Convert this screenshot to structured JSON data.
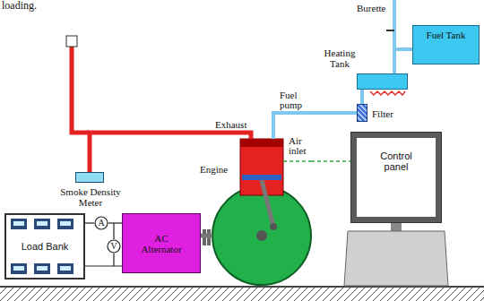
{
  "diagram": {
    "nodes": [
      {
        "text": [
          "Fuel Tank"
        ]
      },
      {
        "text": [
          "Heating Tank"
        ]
      },
      {
        "text": [
          "Filter"
        ]
      },
      {
        "text": [
          "Engine"
        ]
      },
      {
        "text": [
          "Smoke Density Meter"
        ]
      },
      {
        "text": [
          "Control panel"
        ]
      },
      {
        "text": [
          "AC Alternator"
        ]
      },
      {
        "text": [
          "A"
        ]
      },
      {
        "text": [
          "V"
        ]
      },
      {
        "text": [
          "Load Bank"
        ]
      }
    ],
    "edges": [
      {
        "from": 0,
        "to": 1,
        "arrow": "none"
      },
      {
        "from": 1,
        "to": 2,
        "arrow": "none"
      },
      {
        "from": 2,
        "to": 3,
        "arrow": "none"
      },
      {
        "from": 3,
        "to": 4,
        "arrow": "none"
      },
      {
        "from": 3,
        "to": 6,
        "arrow": "none"
      },
      {
        "from": 9,
        "to": 7,
        "arrow": "none"
      },
      {
        "from": 7,
        "to": 6,
        "arrow": "none"
      },
      {
        "from": 9,
        "to": 6,
        "arrow": "none"
      },
      {
        "from": 3,
        "to": 5,
        "arrow": "none"
      }
    ],
    "labels": [
      "loading.",
      "Burette",
      "Fuel pump",
      "Exhaust",
      "Air inlet"
    ]
  }
}
